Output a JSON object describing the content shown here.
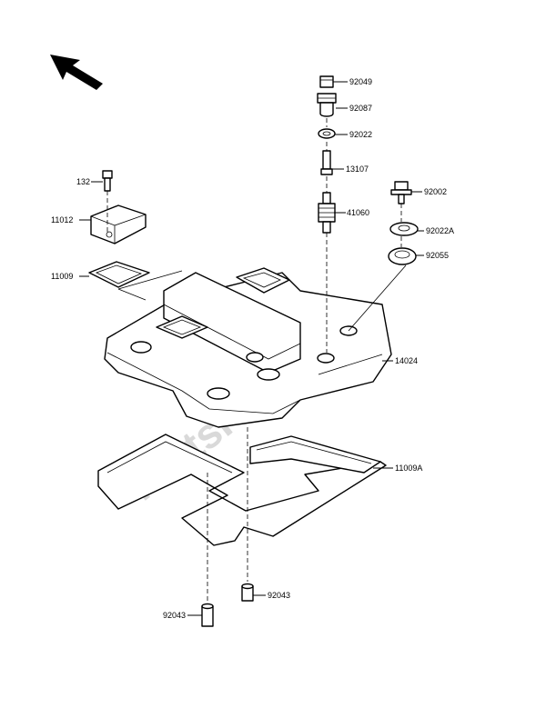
{
  "watermark": "PartsRepublik",
  "labels": {
    "p92049": "92049",
    "p92087": "92087",
    "p92022": "92022",
    "p13107": "13107",
    "p41060": "41060",
    "p92002": "92002",
    "p92022A": "92022A",
    "p92055": "92055",
    "p132": "132",
    "p11012": "11012",
    "p11009": "11009",
    "p14024": "14024",
    "p11009A": "11009A",
    "p92043a": "92043",
    "p92043b": "92043"
  }
}
